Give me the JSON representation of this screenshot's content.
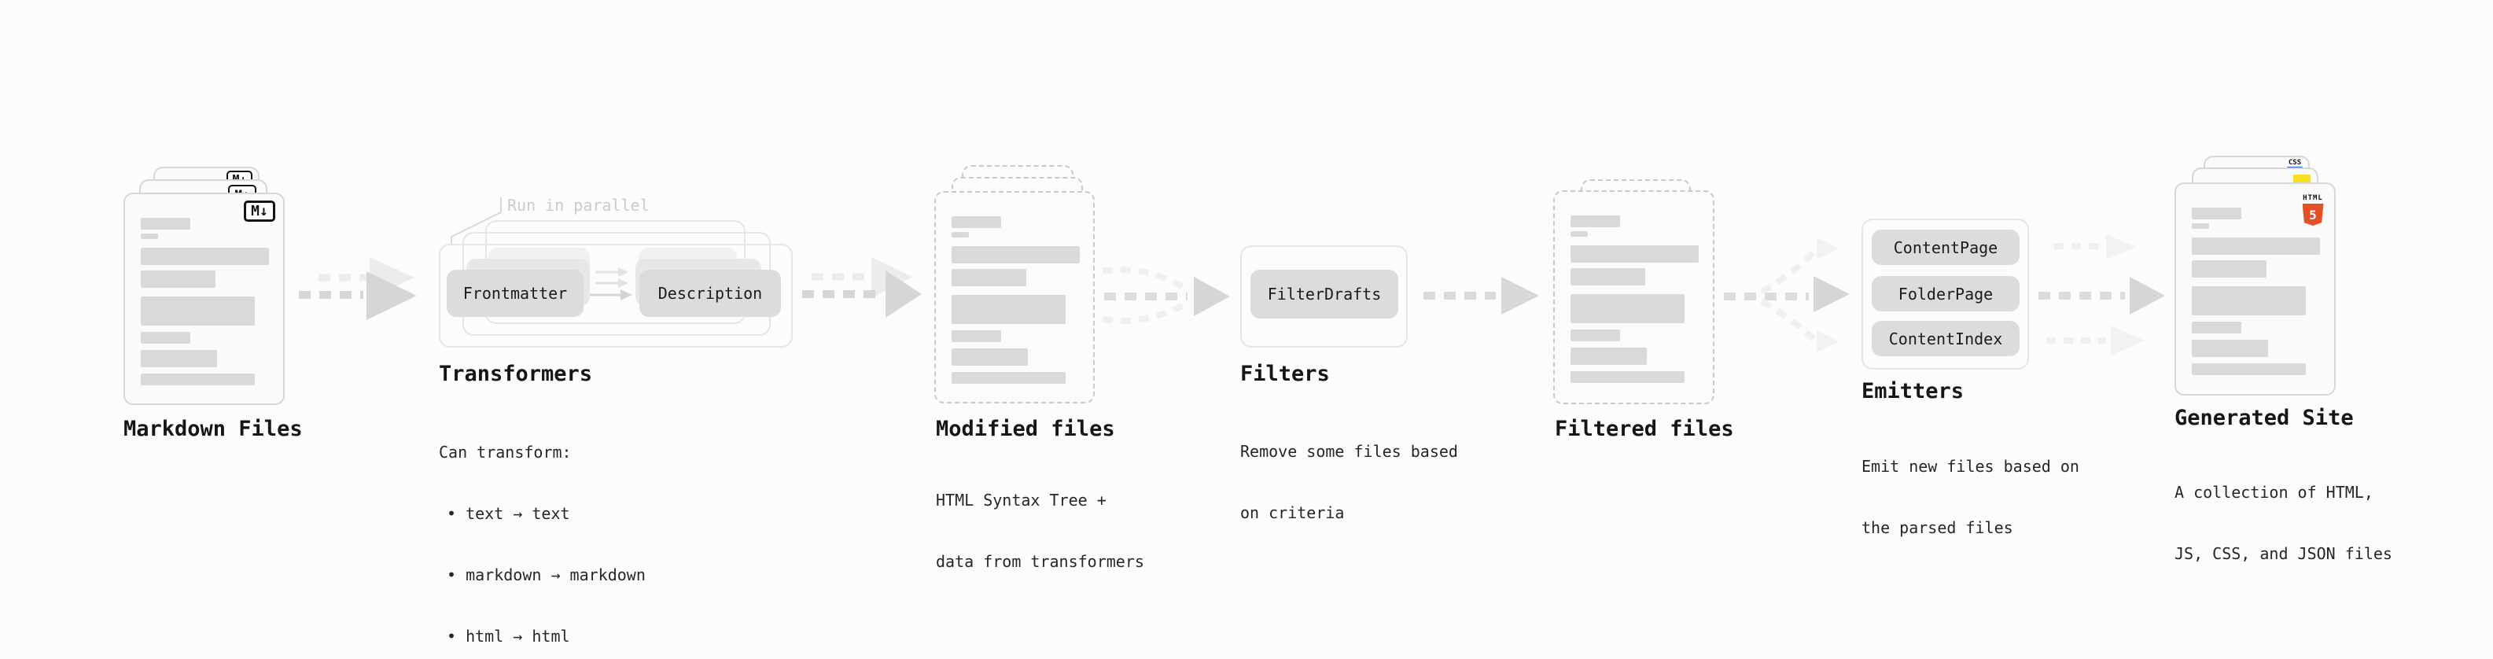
{
  "diagram": {
    "stages": {
      "markdown": {
        "label": "Markdown Files"
      },
      "transformers": {
        "label": "Transformers",
        "callout": "Run in parallel",
        "pills": [
          "Frontmatter",
          "Description"
        ],
        "desc_heading": "Can transform:",
        "bullets": [
          "• text → text",
          "• markdown → markdown",
          "• html → html"
        ]
      },
      "modified": {
        "label": "Modified files",
        "desc": [
          "HTML Syntax Tree +",
          "data from transformers"
        ]
      },
      "filters": {
        "label": "Filters",
        "pills": [
          "FilterDrafts"
        ],
        "desc": [
          "Remove some files based",
          "on criteria"
        ]
      },
      "filtered": {
        "label": "Filtered files"
      },
      "emitters": {
        "label": "Emitters",
        "pills": [
          "ContentPage",
          "FolderPage",
          "ContentIndex"
        ],
        "desc": [
          "Emit new files based on",
          "the parsed files"
        ]
      },
      "generated": {
        "label": "Generated Site",
        "desc": [
          "A collection of HTML,",
          "JS, CSS, and JSON files"
        ]
      }
    },
    "icons": {
      "markdown": "M↓",
      "css": "CSS",
      "html5_text": "HTML",
      "html5_number": "5"
    },
    "colors": {
      "background": "#fcfcfc",
      "pill_bg": "#dcdcdc",
      "placeholder_bar": "#d9d9d9",
      "arrow_gray": "#d6d6d6",
      "html5_orange": "#e34f26",
      "js_yellow": "#f7df1e",
      "css_blue": "#2f62e9"
    }
  }
}
